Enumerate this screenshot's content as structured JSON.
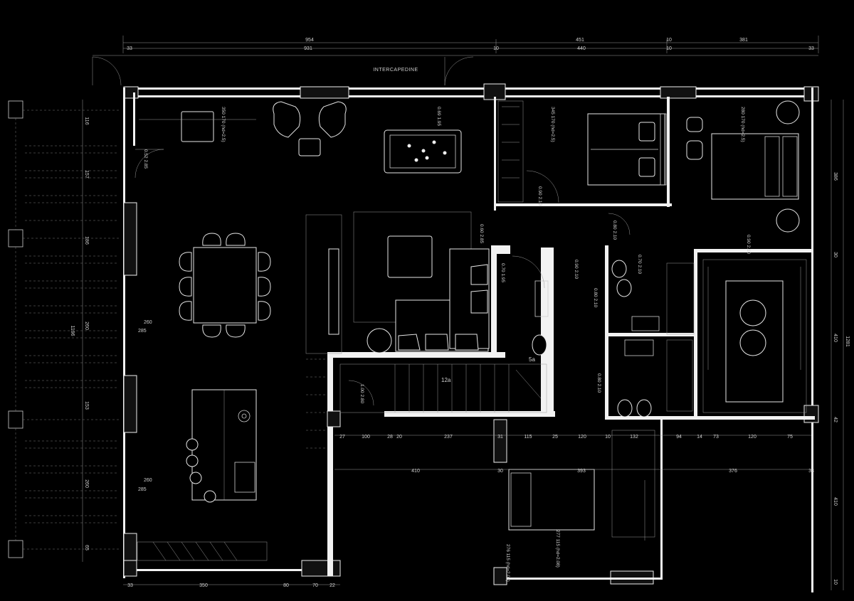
{
  "drawing": {
    "top_label": "INTERCAPEDINE",
    "top_dims_row1": [
      "954",
      "451",
      "10",
      "381"
    ],
    "top_dims_row2": [
      "33",
      "931",
      "10",
      "440",
      "10",
      "33"
    ],
    "left_dims": [
      "116",
      "157",
      "186",
      "260",
      "153",
      "260",
      "65"
    ],
    "left_total": "1196",
    "right_dims": [
      "386",
      "30",
      "410",
      "42",
      "410",
      "10"
    ],
    "right_total": "1281",
    "mid_dims_row1": [
      "27",
      "100",
      "28",
      "20",
      "237",
      "31",
      "115",
      "25",
      "120",
      "10",
      "132",
      "94",
      "14",
      "73",
      "120",
      "75"
    ],
    "mid_dims_row2": [
      "410",
      "30",
      "393",
      "376",
      "33"
    ],
    "bottom_dims": [
      "33",
      "350",
      "80",
      "70",
      "22"
    ],
    "kitchen_dims": [
      [
        "260",
        "285"
      ],
      [
        "260",
        "285"
      ]
    ],
    "room_labels": [
      "12a",
      "5a"
    ],
    "door_labels": [
      "0.52 2.85",
      "0.69 1.95",
      "0.90 2.10",
      "0.90 2.10",
      "0.80 2.10",
      "0.70 2.10",
      "0.60 2.85",
      "0.80 2.10",
      "1.00 2.80",
      "0.70 1.95",
      "0.80 2.10",
      "0.90 2.10"
    ],
    "window_labels": [
      "350 170 (hd=2.5)",
      "345 170 (hd=2.5)",
      "280 170 (hd=2.5)",
      "277 115 (hd=2.08)",
      "276 115 (hd=2.08)"
    ]
  }
}
